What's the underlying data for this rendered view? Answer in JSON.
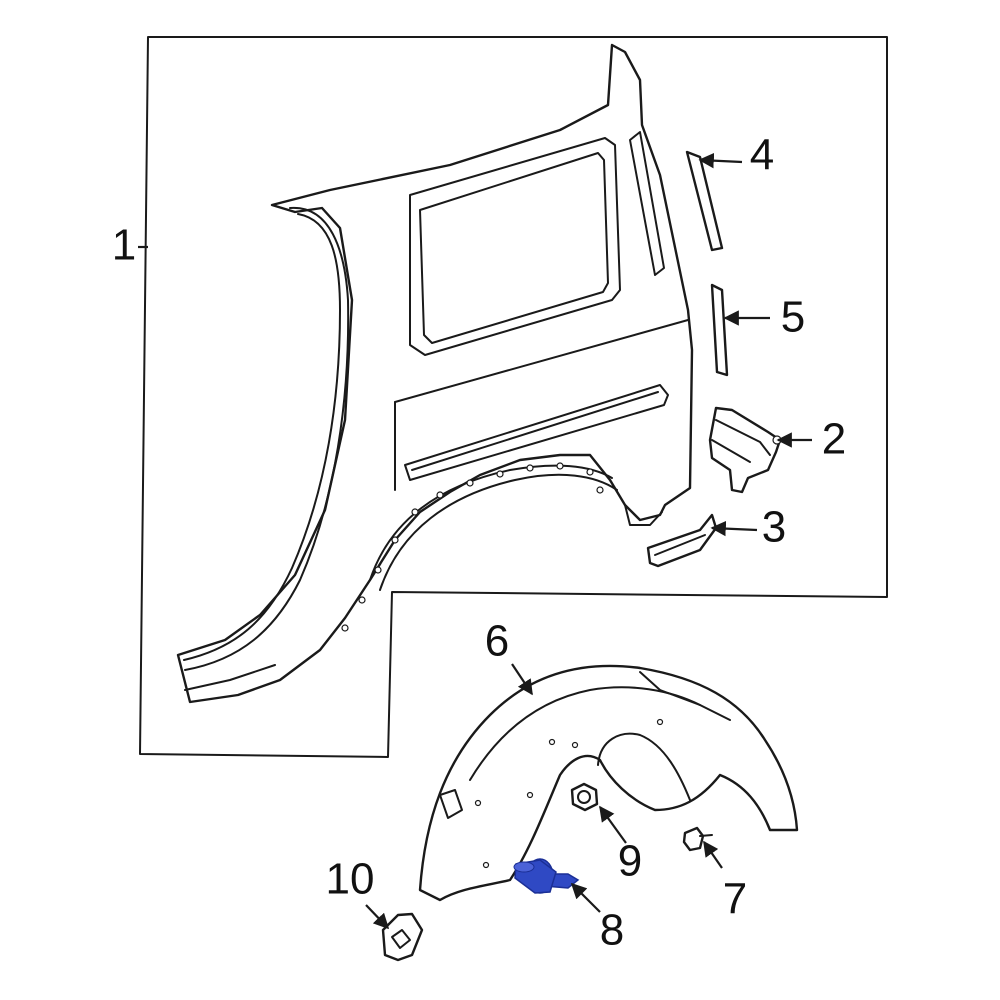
{
  "colors": {
    "background": "#ffffff",
    "line": "#1a1a1a",
    "highlight": "#2f49c4",
    "highlight_dark": "#1b2f96"
  },
  "callouts": [
    {
      "id": "1",
      "label": "1"
    },
    {
      "id": "2",
      "label": "2"
    },
    {
      "id": "3",
      "label": "3"
    },
    {
      "id": "4",
      "label": "4"
    },
    {
      "id": "5",
      "label": "5"
    },
    {
      "id": "6",
      "label": "6"
    },
    {
      "id": "7",
      "label": "7"
    },
    {
      "id": "8",
      "label": "8"
    },
    {
      "id": "9",
      "label": "9"
    },
    {
      "id": "10",
      "label": "10"
    }
  ],
  "highlighted_part": "8"
}
